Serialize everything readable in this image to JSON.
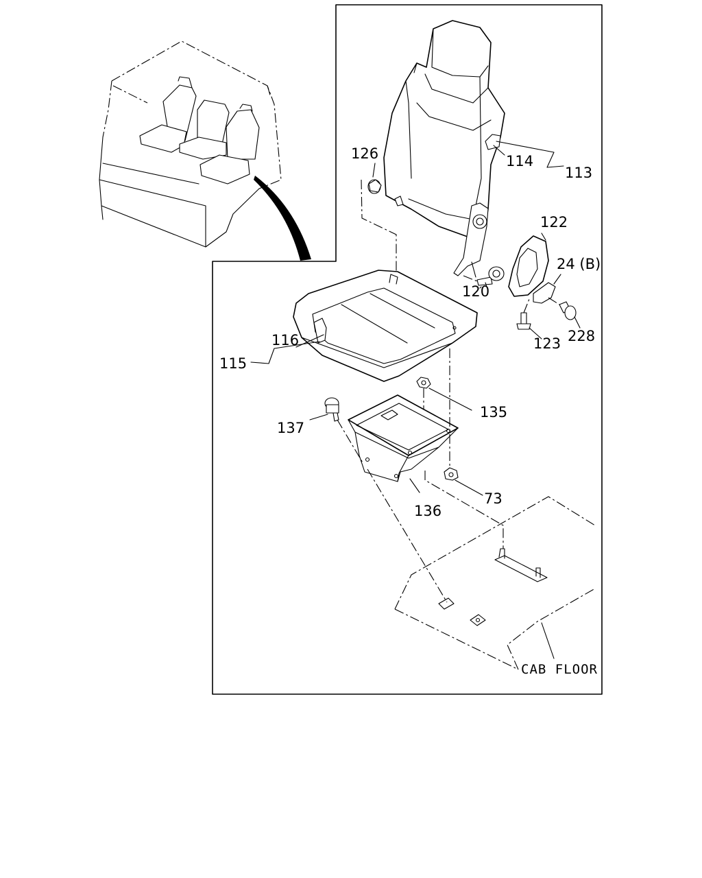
{
  "labels": {
    "p113": "113",
    "p114": "114",
    "p126": "126",
    "p122": "122",
    "p24b": "24 (B)",
    "p120": "120",
    "p116": "116",
    "p115": "115",
    "p123": "123",
    "p228": "228",
    "p135": "135",
    "p137": "137",
    "p73": "73",
    "p136": "136",
    "cab_floor": "CAB FLOOR"
  }
}
